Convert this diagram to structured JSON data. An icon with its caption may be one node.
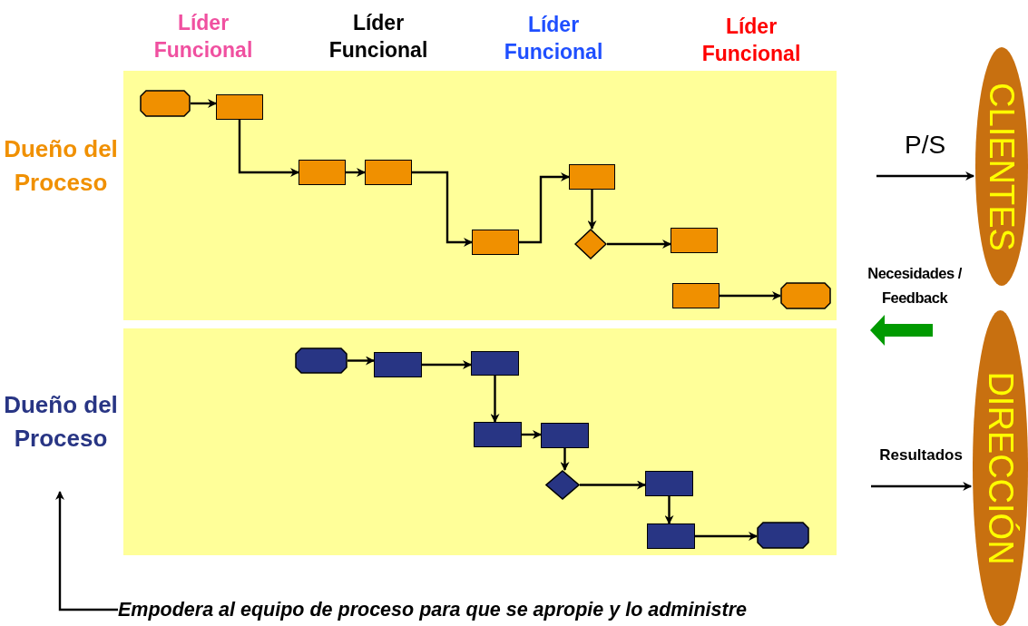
{
  "diagram": {
    "nodes": [
      {
        "text": [],
        "shape": "box"
      },
      {
        "text": [],
        "shape": "box"
      },
      {
        "text": [],
        "shape": "octagon",
        "in": 0
      },
      {
        "text": [],
        "shape": "box",
        "in": 0
      },
      {
        "text": [],
        "shape": "box",
        "in": 0
      },
      {
        "text": [],
        "shape": "box",
        "in": 0
      },
      {
        "text": [],
        "shape": "box",
        "in": 0
      },
      {
        "text": [],
        "shape": "box",
        "in": 0
      },
      {
        "text": [],
        "shape": "diamond",
        "in": 0
      },
      {
        "text": [],
        "shape": "box",
        "in": 0
      },
      {
        "text": [],
        "shape": "box",
        "in": 0
      },
      {
        "text": [],
        "shape": "octagon",
        "in": 0
      },
      {
        "text": [],
        "shape": "octagon",
        "in": 1
      },
      {
        "text": [],
        "shape": "box",
        "in": 1
      },
      {
        "text": [],
        "shape": "box",
        "in": 1
      },
      {
        "text": [],
        "shape": "box",
        "in": 1
      },
      {
        "text": [],
        "shape": "box",
        "in": 1
      },
      {
        "text": [],
        "shape": "diamond",
        "in": 1
      },
      {
        "text": [],
        "shape": "box",
        "in": 1
      },
      {
        "text": [],
        "shape": "box",
        "in": 1
      },
      {
        "text": [],
        "shape": "octagon",
        "in": 1
      },
      {
        "text": [
          "CLIENTES"
        ]
      },
      {
        "text": [
          "DIRECCIÓN"
        ]
      },
      {
        "text": [
          "Dueño del Proceso"
        ]
      },
      {
        "text": [
          "Dueño del Proceso"
        ]
      },
      {
        "text": [
          "Empodera al equipo de proceso para que se apropie y lo administre"
        ]
      }
    ],
    "edges": [
      {
        "from": 2,
        "to": 3,
        "arrow": "to"
      },
      {
        "from": 3,
        "to": 4,
        "arrow": "to"
      },
      {
        "from": 4,
        "to": 5,
        "arrow": "to"
      },
      {
        "from": 5,
        "to": 6,
        "arrow": "to"
      },
      {
        "from": 6,
        "to": 7,
        "arrow": "to"
      },
      {
        "from": 7,
        "to": 8,
        "arrow": "to"
      },
      {
        "from": 8,
        "to": 9,
        "arrow": "to"
      },
      {
        "from": 10,
        "to": 11,
        "arrow": "to"
      },
      {
        "from": 12,
        "to": 13,
        "arrow": "to"
      },
      {
        "from": 13,
        "to": 14,
        "arrow": "to"
      },
      {
        "from": 14,
        "to": 15,
        "arrow": "to"
      },
      {
        "from": 15,
        "to": 16,
        "arrow": "to"
      },
      {
        "from": 16,
        "to": 17,
        "arrow": "to"
      },
      {
        "from": 17,
        "to": 18,
        "arrow": "to"
      },
      {
        "from": 18,
        "to": 19,
        "arrow": "to"
      },
      {
        "from": 19,
        "to": 20,
        "arrow": "to"
      },
      {
        "from": null,
        "to": 21,
        "arrow": "to",
        "label": "P/S"
      },
      {
        "from": null,
        "to": 22,
        "arrow": "to",
        "label": "Resultados"
      },
      {
        "from": 25,
        "to": 24,
        "arrow": "to"
      }
    ],
    "labels": [
      "Líder Funcional",
      "Líder Funcional",
      "Líder Funcional",
      "Líder Funcional",
      "Necesidades / Feedback"
    ]
  }
}
